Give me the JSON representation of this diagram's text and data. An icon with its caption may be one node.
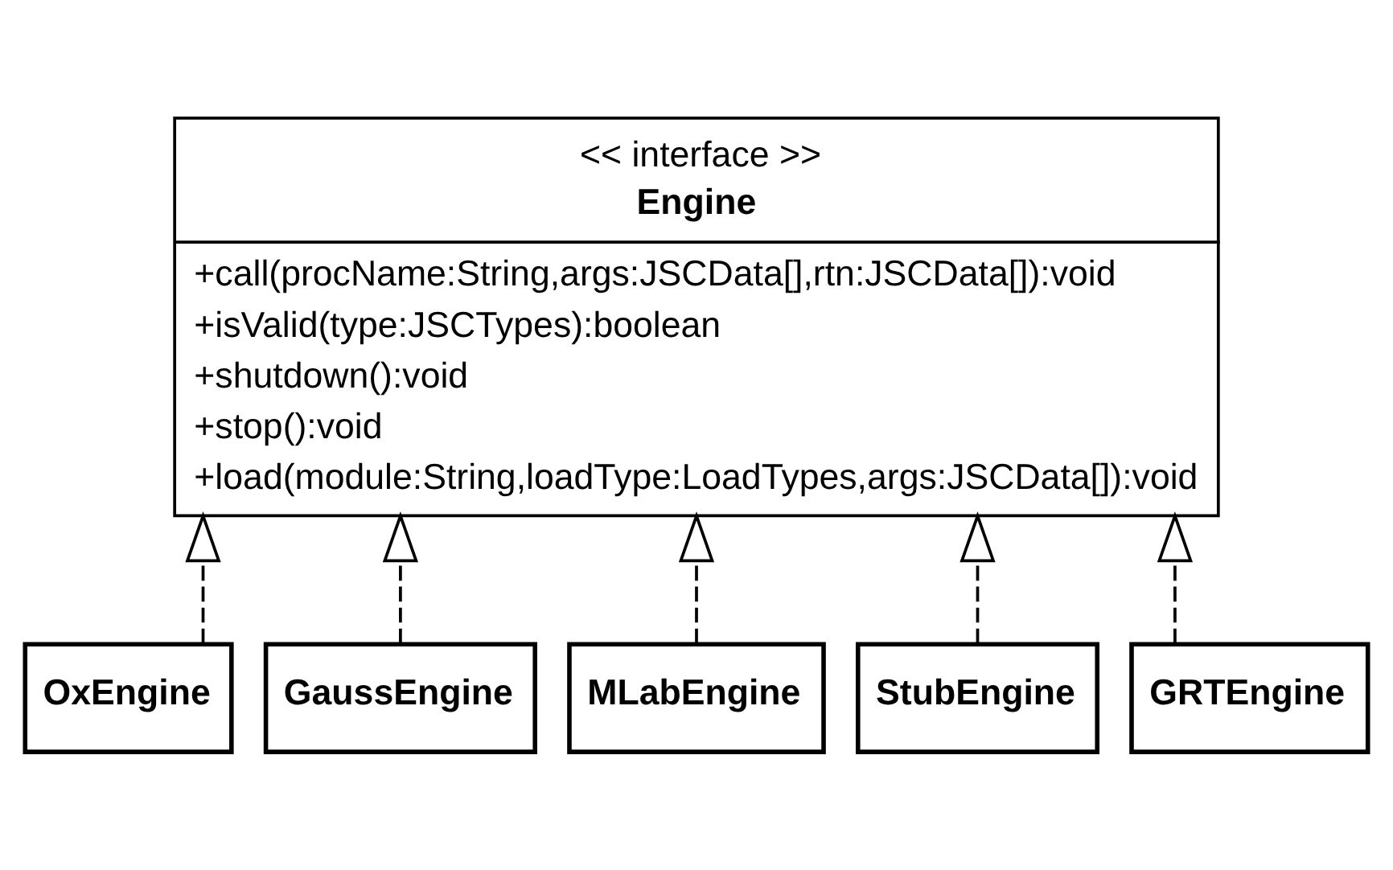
{
  "diagram": {
    "nodes": [
      {
        "text": [
          "<< interface >>",
          "Engine",
          "+call(procName:String,args:JSCData[],rtn:JSCData[]):void",
          "+isValid(type:JSCTypes):boolean",
          "+shutdown():void",
          "+stop():void",
          "+load(module:String,loadType:LoadTypes,args:JSCData[]):void"
        ]
      },
      {
        "text": [
          "OxEngine"
        ]
      },
      {
        "text": [
          "GaussEngine"
        ]
      },
      {
        "text": [
          "MLabEngine"
        ]
      },
      {
        "text": [
          "StubEngine"
        ]
      },
      {
        "text": [
          "GRTEngine"
        ]
      }
    ],
    "edges": [
      {
        "from": 1,
        "to": 0,
        "arrow": "to",
        "style": "dashed"
      },
      {
        "from": 2,
        "to": 0,
        "arrow": "to",
        "style": "dashed"
      },
      {
        "from": 3,
        "to": 0,
        "arrow": "to",
        "style": "dashed"
      },
      {
        "from": 4,
        "to": 0,
        "arrow": "to",
        "style": "dashed"
      },
      {
        "from": 5,
        "to": 0,
        "arrow": "to",
        "style": "dashed"
      }
    ]
  }
}
